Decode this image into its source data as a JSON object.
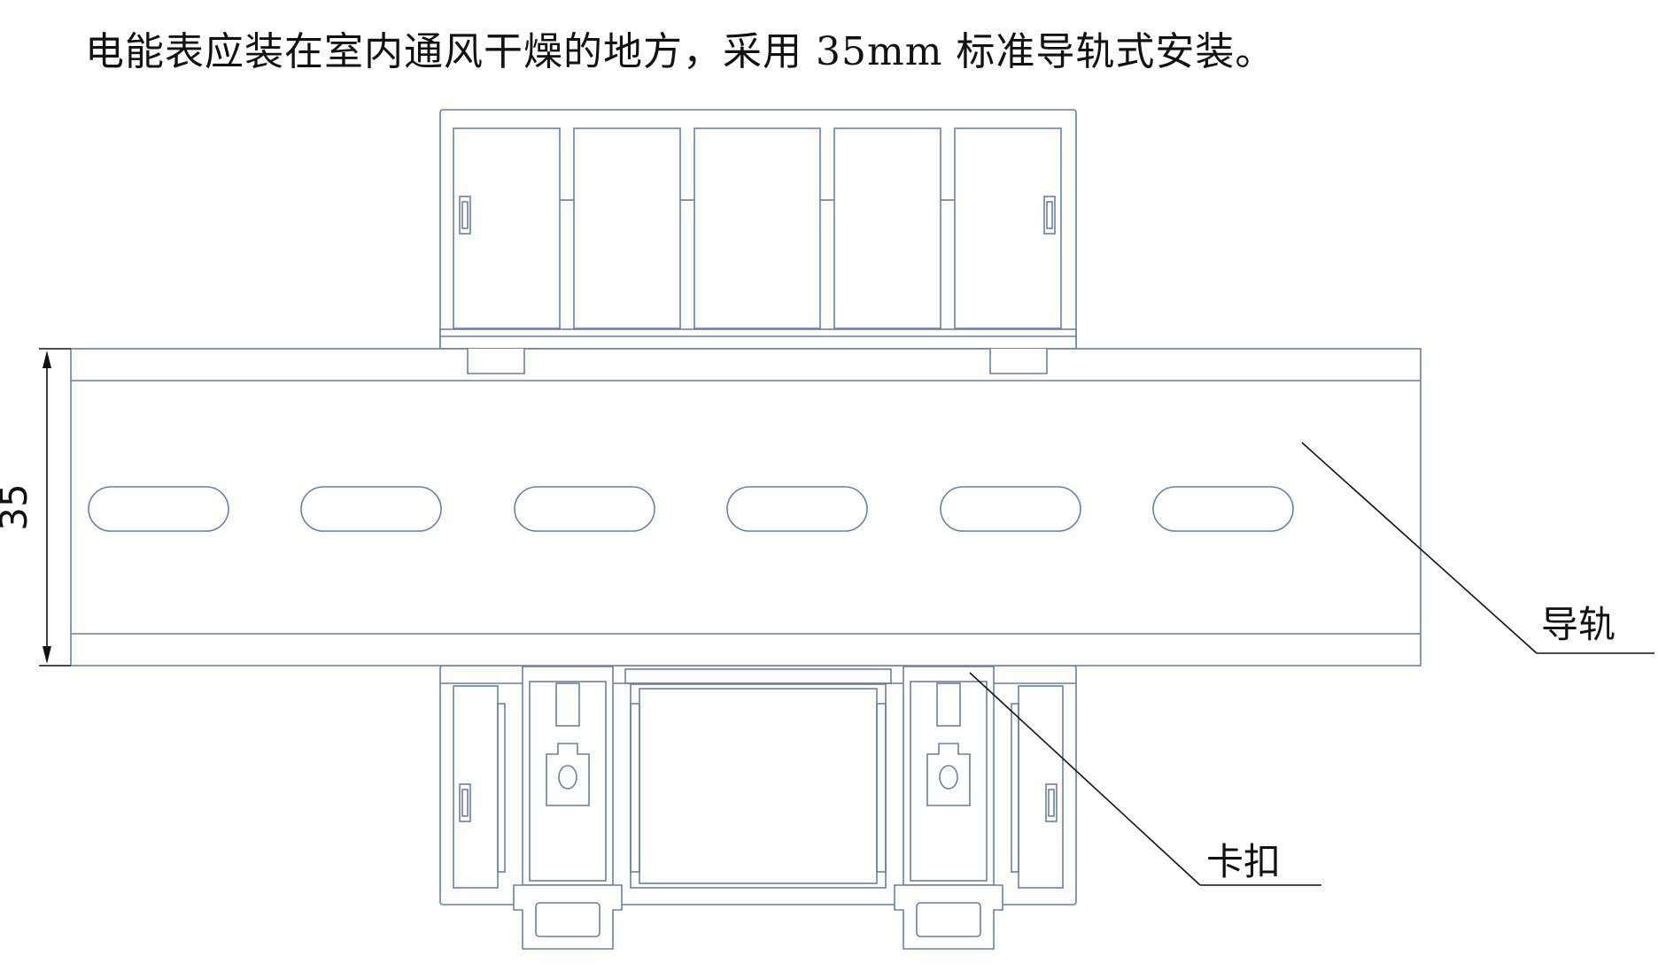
{
  "title": "电能表应装在室内通风干燥的地方，采用 35mm 标准导轨式安装。",
  "dimension": {
    "value": "35"
  },
  "callouts": {
    "rail": "导轨",
    "clip": "卡扣"
  }
}
